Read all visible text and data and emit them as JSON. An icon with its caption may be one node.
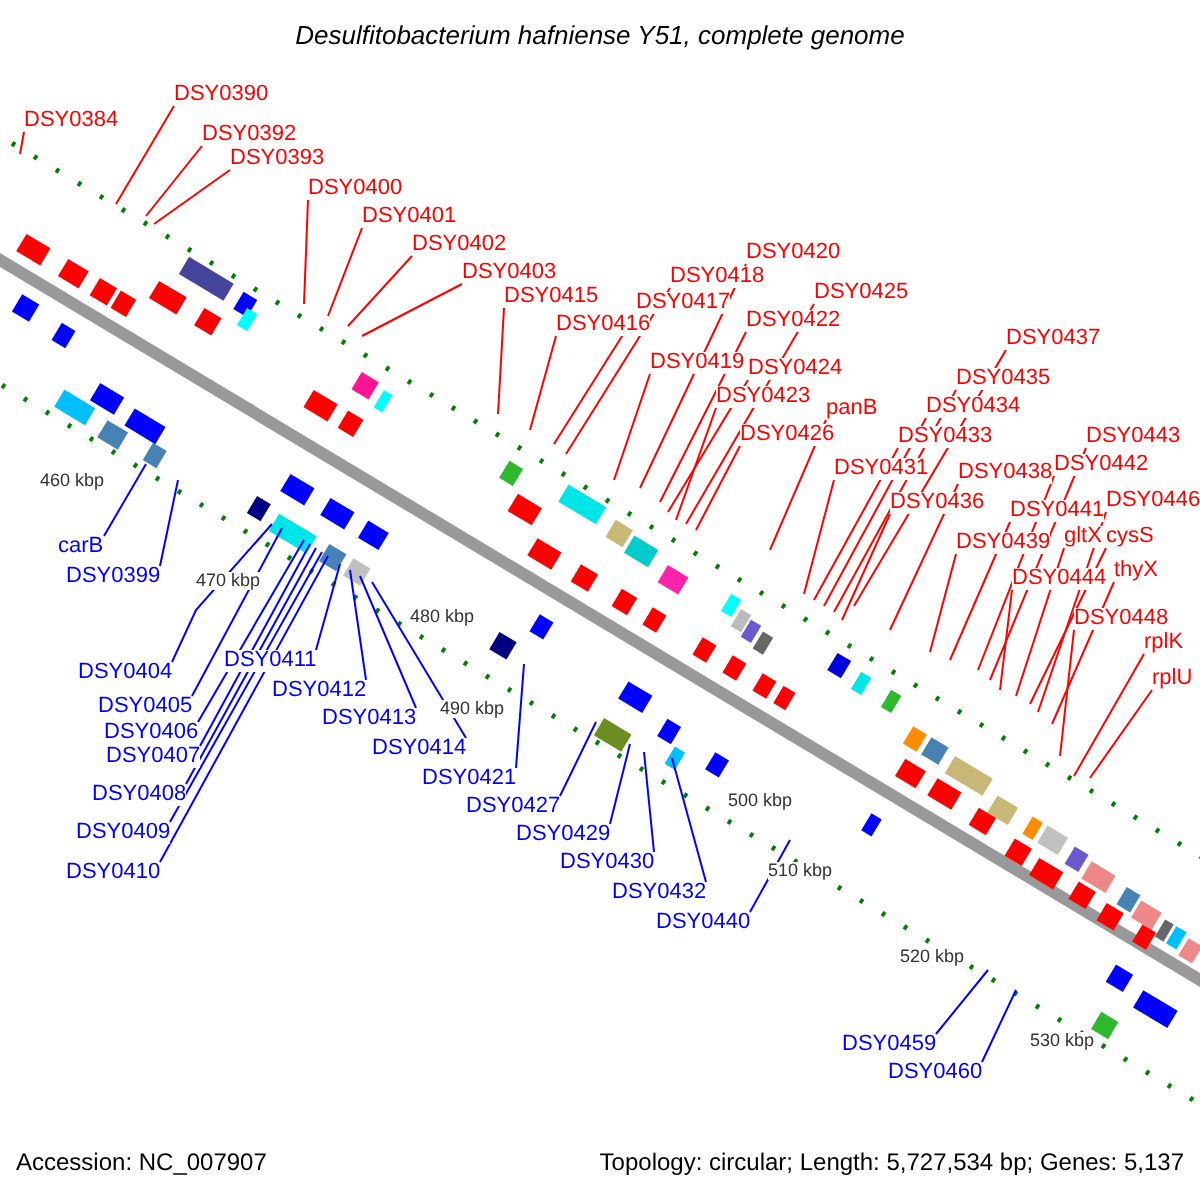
{
  "diagram": {
    "title": "Desulfitobacterium hafniense Y51, complete genome",
    "nodes": [
      {
        "text": [
          "DSY0384"
        ]
      },
      {
        "text": [
          "DSY0390"
        ]
      },
      {
        "text": [
          "DSY0392"
        ]
      },
      {
        "text": [
          "DSY0393"
        ]
      },
      {
        "text": [
          "DSY0400"
        ]
      },
      {
        "text": [
          "DSY0401"
        ]
      },
      {
        "text": [
          "DSY0402"
        ]
      },
      {
        "text": [
          "DSY0403"
        ]
      },
      {
        "text": [
          "DSY0415"
        ]
      },
      {
        "text": [
          "DSY0416"
        ]
      },
      {
        "text": [
          "DSY0417"
        ]
      },
      {
        "text": [
          "DSY0418"
        ]
      },
      {
        "text": [
          "DSY0419"
        ]
      },
      {
        "text": [
          "DSY0420"
        ]
      },
      {
        "text": [
          "DSY0422"
        ]
      },
      {
        "text": [
          "DSY0423"
        ]
      },
      {
        "text": [
          "DSY0424"
        ]
      },
      {
        "text": [
          "DSY0425"
        ]
      },
      {
        "text": [
          "DSY0426"
        ]
      },
      {
        "text": [
          "panB"
        ]
      },
      {
        "text": [
          "DSY0431"
        ]
      },
      {
        "text": [
          "DSY0433"
        ]
      },
      {
        "text": [
          "DSY0434"
        ]
      },
      {
        "text": [
          "DSY0435"
        ]
      },
      {
        "text": [
          "DSY0436"
        ]
      },
      {
        "text": [
          "DSY0437"
        ]
      },
      {
        "text": [
          "DSY0438"
        ]
      },
      {
        "text": [
          "DSY0439"
        ]
      },
      {
        "text": [
          "DSY0441"
        ]
      },
      {
        "text": [
          "DSY0442"
        ]
      },
      {
        "text": [
          "DSY0443"
        ]
      },
      {
        "text": [
          "DSY0444"
        ]
      },
      {
        "text": [
          "gltX"
        ]
      },
      {
        "text": [
          "cysS"
        ]
      },
      {
        "text": [
          "DSY0446"
        ]
      },
      {
        "text": [
          "thyX"
        ]
      },
      {
        "text": [
          "DSY0448"
        ]
      },
      {
        "text": [
          "rplK"
        ]
      },
      {
        "text": [
          "rplU"
        ]
      },
      {
        "text": [
          "carB"
        ]
      },
      {
        "text": [
          "DSY0399"
        ]
      },
      {
        "text": [
          "DSY0404"
        ]
      },
      {
        "text": [
          "DSY0405"
        ]
      },
      {
        "text": [
          "DSY0406"
        ]
      },
      {
        "text": [
          "DSY0407"
        ]
      },
      {
        "text": [
          "DSY0408"
        ]
      },
      {
        "text": [
          "DSY0409"
        ]
      },
      {
        "text": [
          "DSY0410"
        ]
      },
      {
        "text": [
          "DSY0411"
        ]
      },
      {
        "text": [
          "DSY0412"
        ]
      },
      {
        "text": [
          "DSY0413"
        ]
      },
      {
        "text": [
          "DSY0414"
        ]
      },
      {
        "text": [
          "DSY0421"
        ]
      },
      {
        "text": [
          "DSY0427"
        ]
      },
      {
        "text": [
          "DSY0429"
        ]
      },
      {
        "text": [
          "DSY0430"
        ]
      },
      {
        "text": [
          "DSY0432"
        ]
      },
      {
        "text": [
          "DSY0440"
        ]
      },
      {
        "text": [
          "DSY0459"
        ]
      },
      {
        "text": [
          "DSY0460"
        ]
      }
    ],
    "edges": [
      {
        "from": 0,
        "to": null,
        "arrow": "none"
      },
      {
        "from": 1,
        "to": null,
        "arrow": "none"
      },
      {
        "from": 2,
        "to": null,
        "arrow": "none"
      },
      {
        "from": 3,
        "to": null,
        "arrow": "none"
      },
      {
        "from": 4,
        "to": null,
        "arrow": "none"
      },
      {
        "from": 5,
        "to": null,
        "arrow": "none"
      },
      {
        "from": 6,
        "to": null,
        "arrow": "none"
      },
      {
        "from": 7,
        "to": null,
        "arrow": "none"
      },
      {
        "from": 8,
        "to": null,
        "arrow": "none"
      },
      {
        "from": 9,
        "to": null,
        "arrow": "none"
      },
      {
        "from": 10,
        "to": null,
        "arrow": "none"
      },
      {
        "from": 11,
        "to": null,
        "arrow": "none"
      },
      {
        "from": 12,
        "to": null,
        "arrow": "none"
      },
      {
        "from": 13,
        "to": null,
        "arrow": "none"
      },
      {
        "from": 14,
        "to": null,
        "arrow": "none"
      },
      {
        "from": 15,
        "to": null,
        "arrow": "none"
      },
      {
        "from": 16,
        "to": null,
        "arrow": "none"
      },
      {
        "from": 17,
        "to": null,
        "arrow": "none"
      },
      {
        "from": 18,
        "to": null,
        "arrow": "none"
      },
      {
        "from": 19,
        "to": null,
        "arrow": "none"
      },
      {
        "from": 20,
        "to": null,
        "arrow": "none"
      },
      {
        "from": 21,
        "to": null,
        "arrow": "none"
      },
      {
        "from": 22,
        "to": null,
        "arrow": "none"
      },
      {
        "from": 23,
        "to": null,
        "arrow": "none"
      },
      {
        "from": 24,
        "to": null,
        "arrow": "none"
      },
      {
        "from": 25,
        "to": null,
        "arrow": "none"
      },
      {
        "from": 26,
        "to": null,
        "arrow": "none"
      },
      {
        "from": 27,
        "to": null,
        "arrow": "none"
      },
      {
        "from": 28,
        "to": null,
        "arrow": "none"
      },
      {
        "from": 29,
        "to": null,
        "arrow": "none"
      },
      {
        "from": 30,
        "to": null,
        "arrow": "none"
      },
      {
        "from": 31,
        "to": null,
        "arrow": "none"
      },
      {
        "from": 32,
        "to": null,
        "arrow": "none"
      },
      {
        "from": 33,
        "to": null,
        "arrow": "none"
      },
      {
        "from": 34,
        "to": null,
        "arrow": "none"
      },
      {
        "from": 35,
        "to": null,
        "arrow": "none"
      },
      {
        "from": 36,
        "to": null,
        "arrow": "none"
      },
      {
        "from": 37,
        "to": null,
        "arrow": "none"
      },
      {
        "from": 38,
        "to": null,
        "arrow": "none"
      },
      {
        "from": 39,
        "to": null,
        "arrow": "none",
        "color": "#0000ff"
      },
      {
        "from": 40,
        "to": null,
        "arrow": "none",
        "color": "#0000ff"
      },
      {
        "from": 41,
        "to": null,
        "arrow": "none",
        "color": "#0000ff"
      },
      {
        "from": 42,
        "to": null,
        "arrow": "none",
        "color": "#0000ff"
      },
      {
        "from": 43,
        "to": null,
        "arrow": "none",
        "color": "#0000ff"
      },
      {
        "from": 44,
        "to": null,
        "arrow": "none",
        "color": "#0000ff"
      },
      {
        "from": 45,
        "to": null,
        "arrow": "none",
        "color": "#0000ff"
      },
      {
        "from": 46,
        "to": null,
        "arrow": "none",
        "color": "#0000ff"
      },
      {
        "from": 47,
        "to": null,
        "arrow": "none",
        "color": "#0000ff"
      },
      {
        "from": 48,
        "to": null,
        "arrow": "none",
        "color": "#0000ff"
      },
      {
        "from": 49,
        "to": null,
        "arrow": "none",
        "color": "#0000ff"
      },
      {
        "from": 50,
        "to": null,
        "arrow": "none",
        "color": "#0000ff"
      },
      {
        "from": 51,
        "to": null,
        "arrow": "none",
        "color": "#0000ff"
      },
      {
        "from": 52,
        "to": null,
        "arrow": "none",
        "color": "#0000ff"
      },
      {
        "from": 53,
        "to": null,
        "arrow": "none",
        "color": "#0000ff"
      },
      {
        "from": 54,
        "to": null,
        "arrow": "none",
        "color": "#0000ff"
      },
      {
        "from": 55,
        "to": null,
        "arrow": "none",
        "color": "#0000ff"
      },
      {
        "from": 56,
        "to": null,
        "arrow": "none",
        "color": "#0000ff"
      },
      {
        "from": 57,
        "to": null,
        "arrow": "none",
        "color": "#0000ff"
      },
      {
        "from": 58,
        "to": null,
        "arrow": "none",
        "color": "#0000ff"
      },
      {
        "from": 59,
        "to": null,
        "arrow": "none",
        "color": "#0000ff"
      }
    ],
    "labels": [
      "460 kbp",
      "470 kbp",
      "480 kbp",
      "490 kbp",
      "500 kbp",
      "510 kbp",
      "520 kbp",
      "530 kbp",
      "Accession: NC_007907",
      "Topology: circular; Length: 5,727,534 bp; Genes: 5,137"
    ]
  }
}
